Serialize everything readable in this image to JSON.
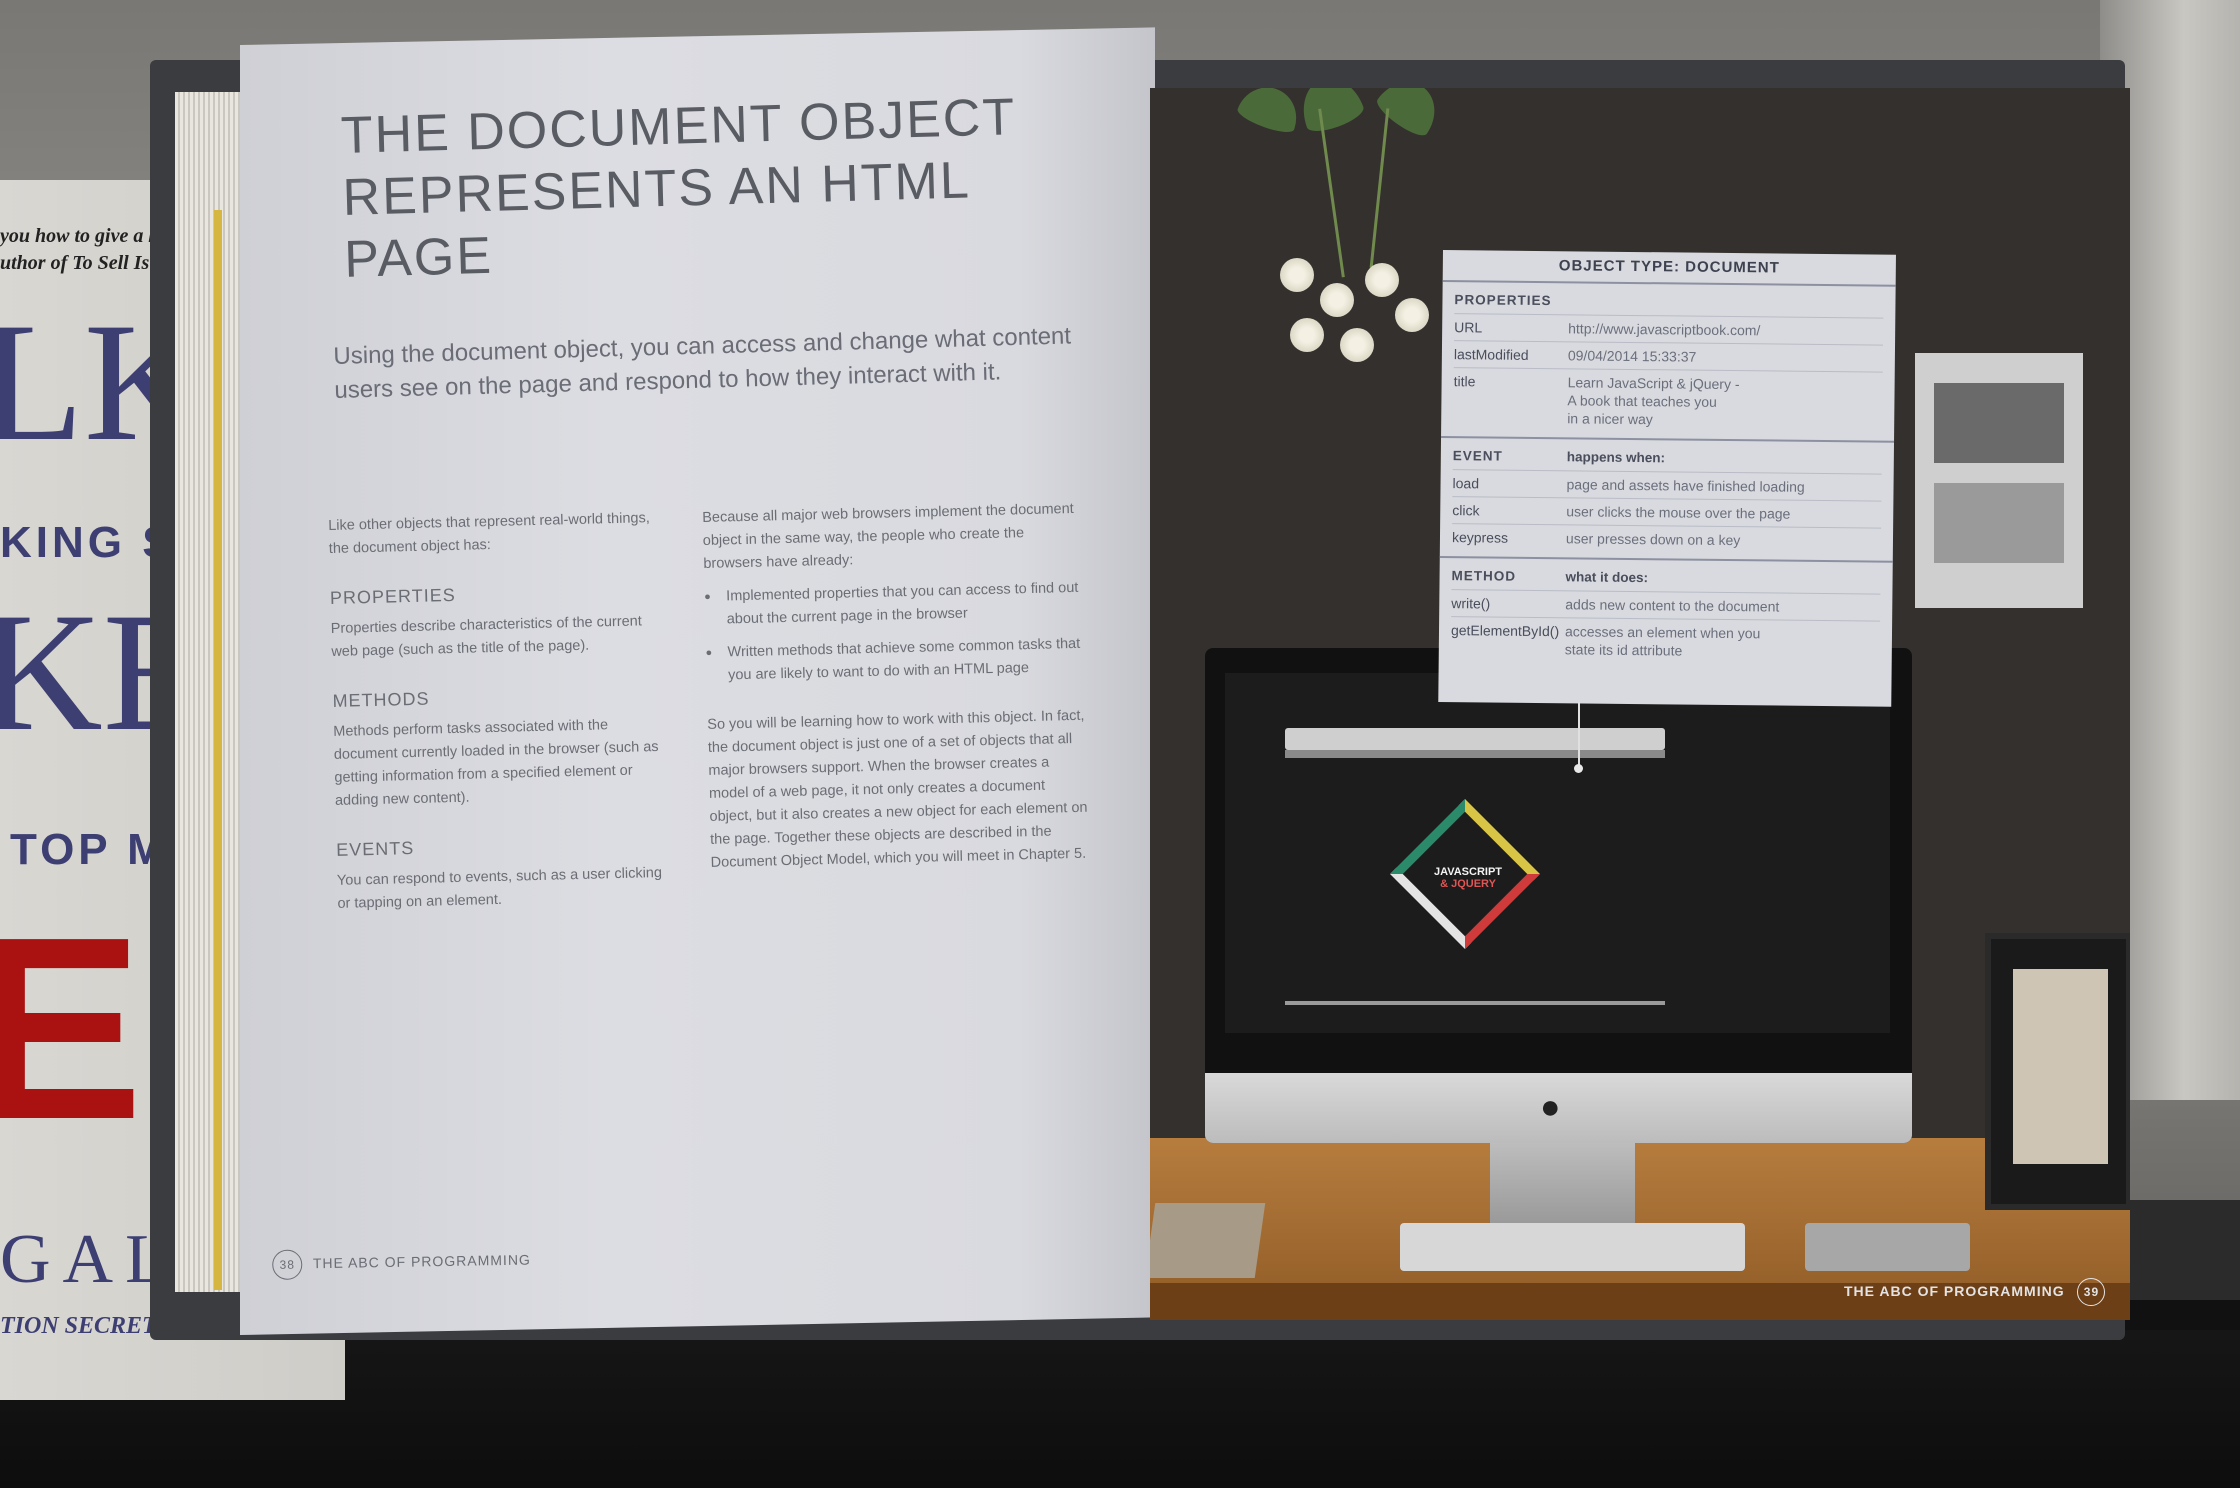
{
  "other_book": {
    "line1": "you how to give a kick-butt",
    "line2": "uthor of To Sell Is Human",
    "big1": "LK",
    "mid1": "KING SEC",
    "big2": "KE",
    "mid2": "TOP MI",
    "red": "ED",
    "mid3": "GAL",
    "line3": "TION SECRETS OF STEVE JOBS"
  },
  "left_page": {
    "title_lines": [
      "THE DOCUMENT OBJECT",
      "REPRESENTS AN HTML",
      "PAGE"
    ],
    "intro": "Using the document object, you can access and change what content users see on the page and respond to how they interact with it.",
    "col1": {
      "intro": "Like other objects that represent real-world things, the document object has:",
      "properties_heading": "PROPERTIES",
      "properties_text": "Properties describe characteristics of the current web page (such as the title of the page).",
      "methods_heading": "METHODS",
      "methods_text": "Methods perform tasks associated with the document currently loaded in the browser (such as getting information from a specified element or adding new content).",
      "events_heading": "EVENTS",
      "events_text": "You can respond to events, such as a user clicking or tapping on an element."
    },
    "col2": {
      "intro": "Because all major web browsers implement the document object in the same way, the people who create the browsers have already:",
      "bullets": [
        "Implemented properties that you can access to find out about the current page in the browser",
        "Written methods that achieve some common tasks that you are likely to want to do with an HTML page"
      ],
      "para2": "So you will be learning how to work with this object. In fact, the document object is just one of a set of objects that all major browsers support. When the browser creates a model of a web page, it not only creates a document object, but it also creates a new object for each element on the page. Together these objects are described in the Document Object Model, which you will meet in Chapter 5."
    },
    "page_number": "38",
    "footer": "THE ABC OF PROGRAMMING"
  },
  "right_page": {
    "card_title": "OBJECT TYPE: DOCUMENT",
    "properties_label": "PROPERTIES",
    "properties": [
      {
        "name": "URL",
        "value": "http://www.javascriptbook.com/"
      },
      {
        "name": "lastModified",
        "value": "09/04/2014 15:33:37"
      },
      {
        "name": "title",
        "value": "Learn JavaScript & jQuery -\nA book that teaches you\nin a nicer way"
      }
    ],
    "event_label": "EVENT",
    "event_header": "happens when:",
    "events": [
      {
        "name": "load",
        "value": "page and assets have finished loading"
      },
      {
        "name": "click",
        "value": "user clicks the mouse over the page"
      },
      {
        "name": "keypress",
        "value": "user presses down on a key"
      }
    ],
    "method_label": "METHOD",
    "method_header": "what it does:",
    "methods": [
      {
        "name": "write()",
        "value": "adds new content to the document"
      },
      {
        "name": "getElementById()",
        "value": "accesses an element when you\nstate its id attribute"
      }
    ],
    "logo_line1": "JAVASCRIPT",
    "logo_line2": "& JQUERY",
    "page_number": "39",
    "footer": "THE ABC OF PROGRAMMING"
  }
}
